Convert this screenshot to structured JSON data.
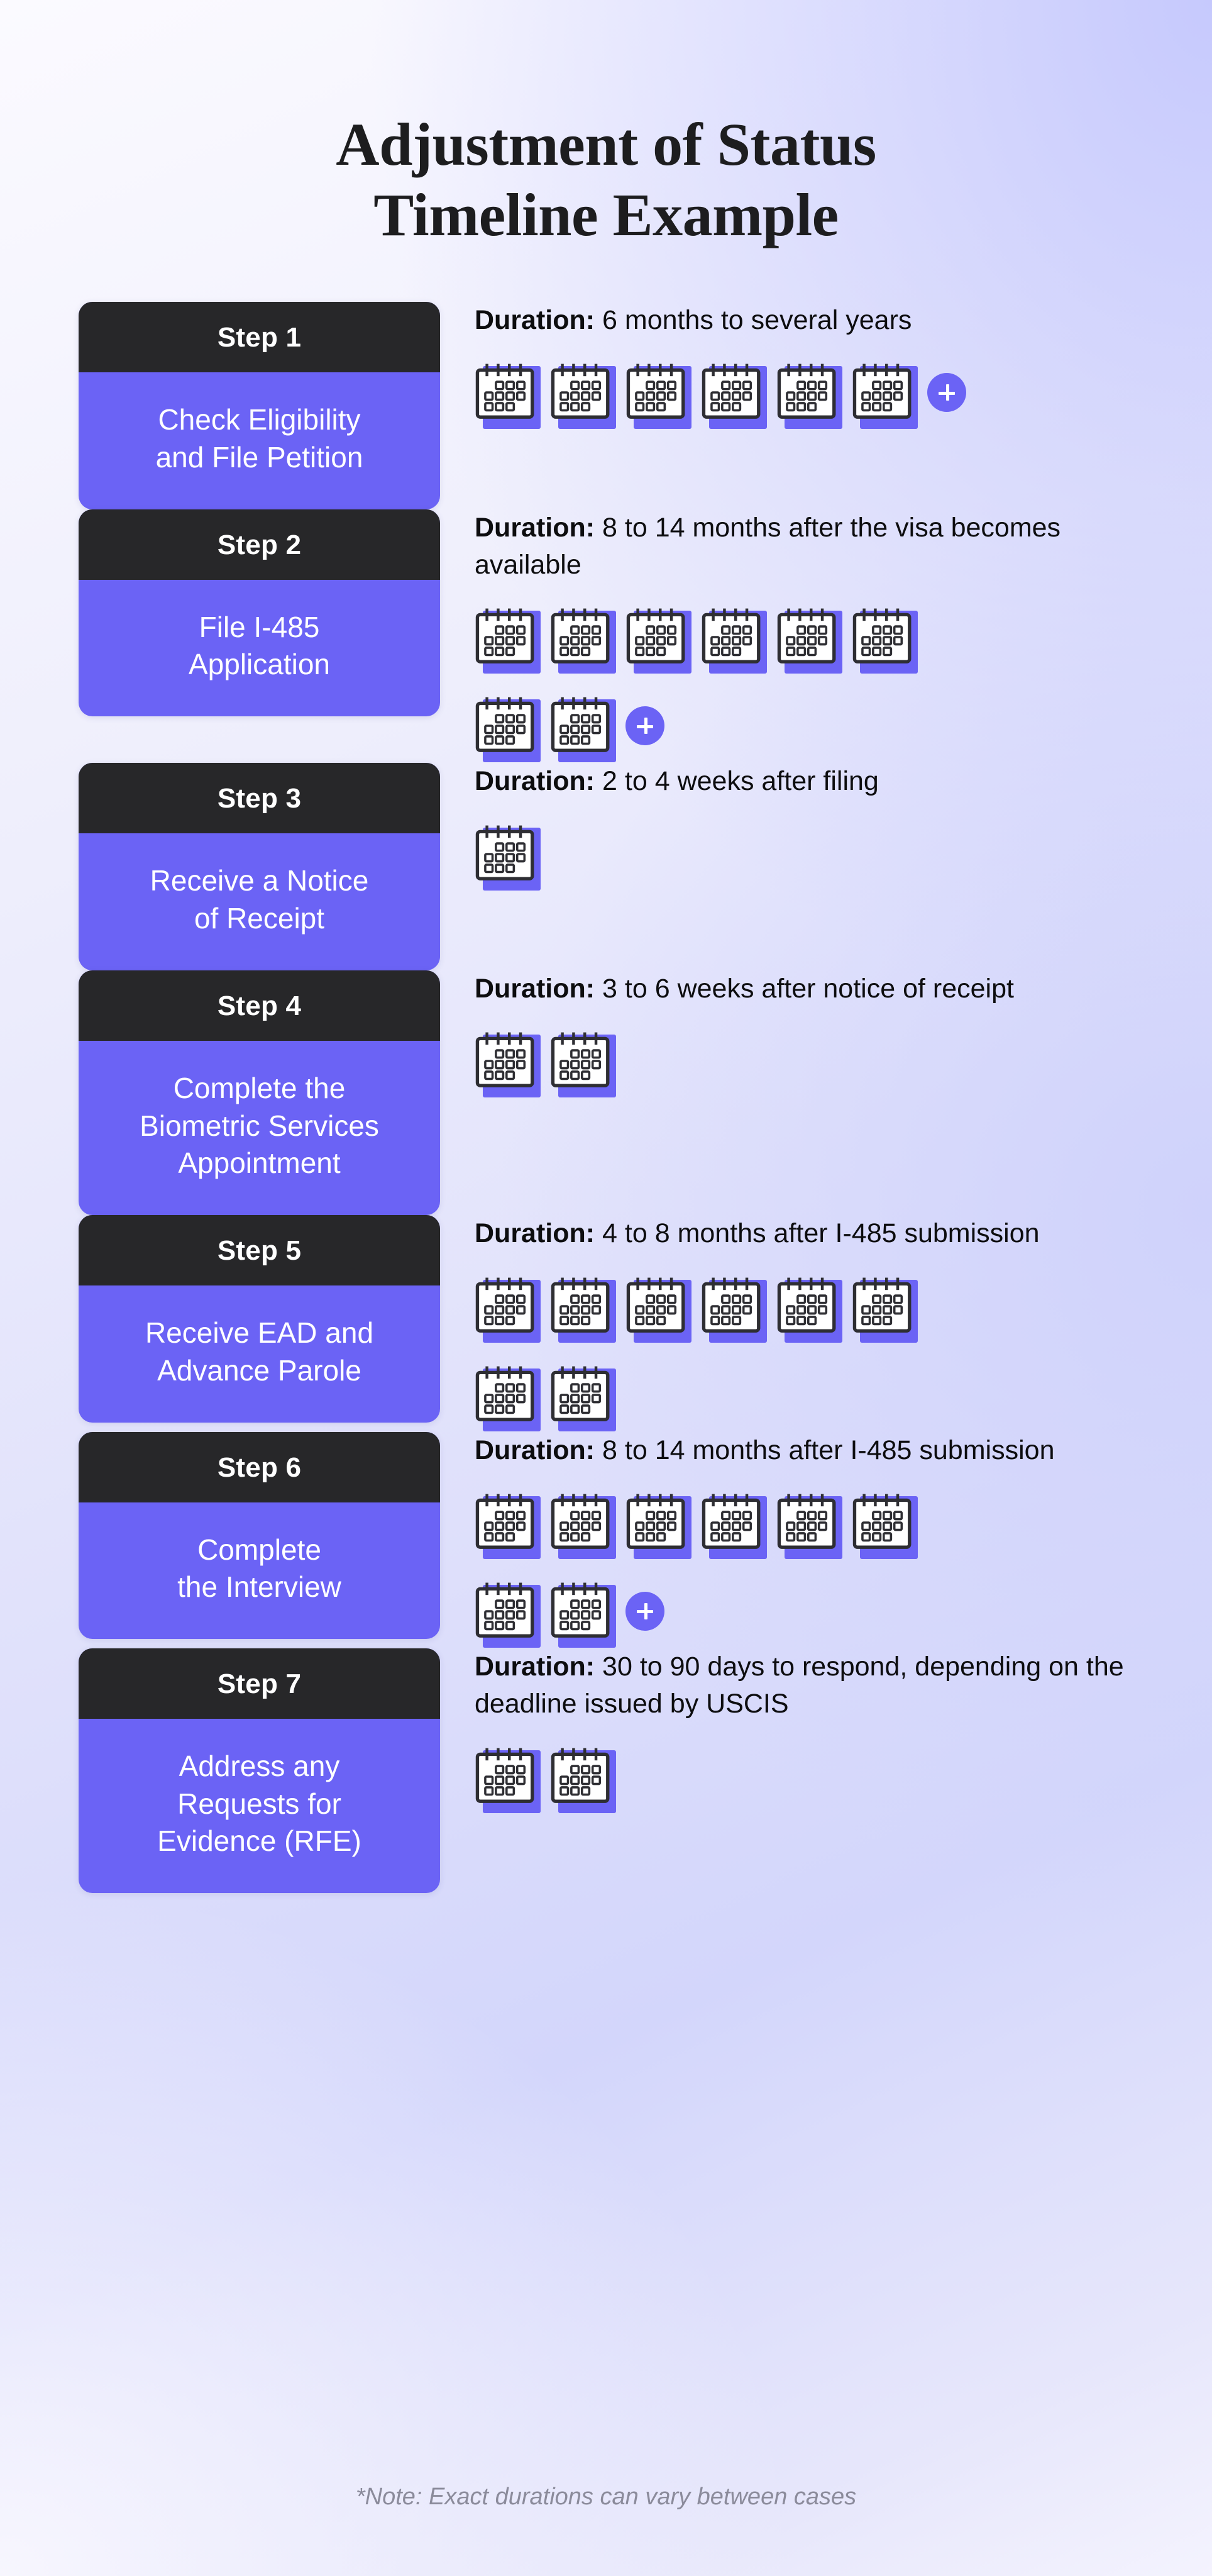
{
  "header": {
    "title": "Adjustment of Status\nTimeline Example"
  },
  "theme": {
    "accent_purple": "#6b63f5",
    "header_dark": "#272729",
    "card_text": "#ffffff",
    "duration_text": "#0d0d0f",
    "footnote_text": "#8b8b9b",
    "background_light": "#fbfaff",
    "background_periwinkle": "#c6c9fd"
  },
  "steps": [
    {
      "step_label": "Step 1",
      "title": "Check Eligibility\nand File Petition",
      "duration_label": "Duration:",
      "duration_value": "6 months to several years",
      "calendar_count": 6,
      "calendars_row1": 6,
      "calendars_row2": 0,
      "has_plus_badge": true,
      "plus_label": "+"
    },
    {
      "step_label": "Step 2",
      "title": "File I-485\nApplication",
      "duration_label": "Duration:",
      "duration_value": "8 to 14 months after the visa becomes available",
      "calendar_count": 8,
      "calendars_row1": 6,
      "calendars_row2": 2,
      "has_plus_badge": true,
      "plus_label": "+"
    },
    {
      "step_label": "Step 3",
      "title": "Receive a Notice\nof Receipt",
      "duration_label": "Duration:",
      "duration_value": "2 to 4 weeks after filing",
      "calendar_count": 1,
      "calendars_row1": 1,
      "calendars_row2": 0,
      "has_plus_badge": false,
      "plus_label": "+"
    },
    {
      "step_label": "Step 4",
      "title": "Complete the\nBiometric Services\nAppointment",
      "duration_label": "Duration:",
      "duration_value": "3 to 6 weeks after notice of receipt",
      "calendar_count": 2,
      "calendars_row1": 2,
      "calendars_row2": 0,
      "has_plus_badge": false,
      "plus_label": "+"
    },
    {
      "step_label": "Step 5",
      "title": "Receive EAD and\nAdvance Parole",
      "duration_label": "Duration:",
      "duration_value": "4 to 8 months after I-485 submission",
      "calendar_count": 8,
      "calendars_row1": 6,
      "calendars_row2": 2,
      "has_plus_badge": false,
      "plus_label": "+"
    },
    {
      "step_label": "Step 6",
      "title": "Complete\nthe Interview",
      "duration_label": "Duration:",
      "duration_value": "8 to 14 months after I-485 submission",
      "calendar_count": 8,
      "calendars_row1": 6,
      "calendars_row2": 2,
      "has_plus_badge": true,
      "plus_label": "+"
    },
    {
      "step_label": "Step 7",
      "title": "Address any\nRequests for\nEvidence (RFE)",
      "duration_label": "Duration:",
      "duration_value": "30 to 90 days to respond, depending on the deadline issued by USCIS",
      "calendar_count": 2,
      "calendars_row1": 2,
      "calendars_row2": 0,
      "has_plus_badge": false,
      "plus_label": "+"
    }
  ],
  "footnote": {
    "text": "*Note: Exact durations can vary between cases"
  }
}
